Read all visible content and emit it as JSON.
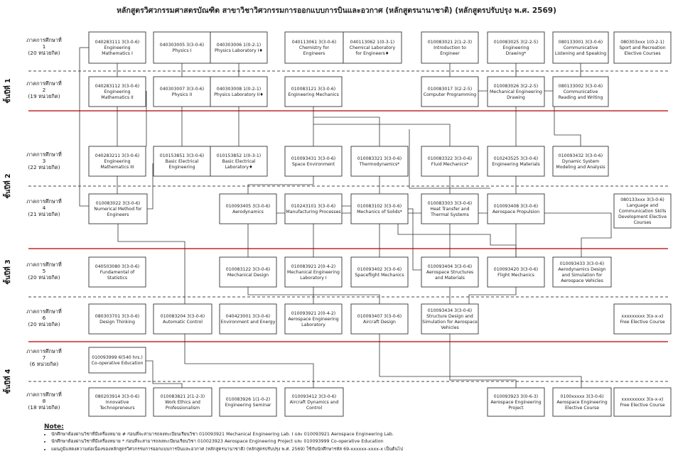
{
  "title": "หลักสูตรวิศวกรรมศาสตรบัณฑิต สาขาวิชาวิศวกรรมการออกแบบการบินและอวกาศ (หลักสูตรนานาชาติ) (หลักสูตรปรับปรุง พ.ศ. 2569)",
  "years": [
    {
      "label": "ชั้นปีที่ 1"
    },
    {
      "label": "ชั้นปีที่ 2"
    },
    {
      "label": "ชั้นปีที่ 3"
    },
    {
      "label": "ชั้นปีที่ 4"
    }
  ],
  "terms": [
    {
      "lines": [
        "ภาคการศึกษาที่",
        "1",
        "(20 หน่วยกิต)"
      ]
    },
    {
      "lines": [
        "ภาคการศึกษาที่",
        "2",
        "(19 หน่วยกิต)"
      ]
    },
    {
      "lines": [
        "ภาคการศึกษาที่",
        "3",
        "(22 หน่วยกิต)"
      ]
    },
    {
      "lines": [
        "ภาคการศึกษาที่",
        "4",
        "(21 หน่วยกิต)"
      ]
    },
    {
      "lines": [
        "ภาคการศึกษาที่",
        "5",
        "(20 หน่วยกิต)"
      ]
    },
    {
      "lines": [
        "ภาคการศึกษาที่",
        "6",
        "(20 หน่วยกิต)"
      ]
    },
    {
      "lines": [
        "ภาคการศึกษาที่",
        "7",
        "(6 หน่วยกิต)"
      ]
    },
    {
      "lines": [
        "ภาคการศึกษาที่",
        "8",
        "(18 หน่วยกิต)"
      ]
    }
  ],
  "courses": [
    {
      "id": "c1",
      "lines": [
        "040283111  3(3-0-6)",
        "Engineering",
        "Mathematics I"
      ]
    },
    {
      "id": "c2",
      "lines": [
        "040303005  3(3-0-6)",
        "Physics I"
      ]
    },
    {
      "id": "c3",
      "lines": [
        "040303006  1(0-2-1)",
        "Physics Laboratory I♦"
      ]
    },
    {
      "id": "c4",
      "lines": [
        "040113061  3(3-0-6)",
        "Chemistry for",
        "Engineers"
      ]
    },
    {
      "id": "c5",
      "lines": [
        "040113062  1(0-3-1)",
        "Chemical Laboratory",
        "for Engineers♦"
      ]
    },
    {
      "id": "c6",
      "lines": [
        "010083021  2(1-2-3)",
        "Introduction to",
        "Engineer"
      ]
    },
    {
      "id": "c7",
      "lines": [
        "010083025  3(2-2-5)",
        "Engineering",
        "Drawing*"
      ]
    },
    {
      "id": "c8",
      "lines": [
        "080133001  3(3-0-6)",
        "Communicative",
        "Listening and Speaking"
      ]
    },
    {
      "id": "c9",
      "lines": [
        "080303xxx  1(0-2-1)",
        "Sport and Recreation",
        "Elective Courses"
      ]
    },
    {
      "id": "c10",
      "lines": [
        "040283112  3(3-0-6)",
        "Engineering",
        "Mathematics II"
      ]
    },
    {
      "id": "c11",
      "lines": [
        "040303007  3(3-0-6)",
        "Physics II"
      ]
    },
    {
      "id": "c12",
      "lines": [
        "040303008  1(0-2-1)",
        "Physics Laboratory II♦"
      ]
    },
    {
      "id": "c13",
      "lines": [
        "010083121  3(3-0-6)",
        "Engineering Mechanics"
      ]
    },
    {
      "id": "c14",
      "lines": [
        "010083017  3(2-2-5)",
        "Computer Programming"
      ]
    },
    {
      "id": "c15",
      "lines": [
        "010083026  3(2-2-5)",
        "Mechanical Engineering",
        "Drawing"
      ]
    },
    {
      "id": "c16",
      "lines": [
        "080133002  3(3-0-6)",
        "Communicative",
        "Reading and Writing"
      ]
    },
    {
      "id": "c17",
      "lines": [
        "040283211  3(3-0-6)",
        "Engineering",
        "Mathematics III"
      ]
    },
    {
      "id": "c18",
      "lines": [
        "010153851  3(3-0-6)",
        "Basic Electrical",
        "Engineering"
      ]
    },
    {
      "id": "c19",
      "lines": [
        "010153852  1(0-3-1)",
        "Basic Electrical",
        "Laboratory♦"
      ]
    },
    {
      "id": "c20",
      "lines": [
        "010093431  3(3-0-6)",
        "Space Environment"
      ]
    },
    {
      "id": "c21",
      "lines": [
        "010083321  3(3-0-6)",
        "Thermodynamics*"
      ]
    },
    {
      "id": "c22",
      "lines": [
        "010083322  3(3-0-6)",
        "Fluid Mechanics*"
      ]
    },
    {
      "id": "c23",
      "lines": [
        "010243525  3(3-0-6)",
        "Engineering Materials"
      ]
    },
    {
      "id": "c24",
      "lines": [
        "010093432  3(3-0-6)",
        "Dynamic System",
        "Modeling and Analysis"
      ]
    },
    {
      "id": "c25",
      "lines": [
        "010083022  3(3-0-6)",
        "Numerical Method for",
        "Engineers"
      ]
    },
    {
      "id": "c26",
      "lines": [
        "010093405  3(3-0-6)",
        "Aerodynamics"
      ]
    },
    {
      "id": "c27",
      "lines": [
        "010243101  3(3-0-6)",
        "Manufacturing Processes"
      ]
    },
    {
      "id": "c28",
      "lines": [
        "010083102  3(3-0-6)",
        "Mechanics of Solids*"
      ]
    },
    {
      "id": "c29",
      "lines": [
        "010083303  3(3-0-6)",
        "Heat Transfer and",
        "Thermal Systems"
      ]
    },
    {
      "id": "c30",
      "lines": [
        "010093408  3(3-0-6)",
        "Aerospace Propulsion"
      ]
    },
    {
      "id": "c31",
      "lines": [
        "080133xxx  3(3-0-6)",
        "Language and",
        "Communication Skills",
        "Development Elective",
        "Courses"
      ]
    },
    {
      "id": "c32",
      "lines": [
        "040503080  3(3-0-6)",
        "Fundamental of",
        "Statistics"
      ]
    },
    {
      "id": "c33",
      "lines": [
        "010083122  3(3-0-6)",
        "Mechanical Design"
      ]
    },
    {
      "id": "c34",
      "lines": [
        "010083921  2(0-4-2)",
        "Mechanical Engineering",
        "Laboratory I"
      ]
    },
    {
      "id": "c35",
      "lines": [
        "010093402  3(3-0-6)",
        "Spaceflight Mechanics"
      ]
    },
    {
      "id": "c36",
      "lines": [
        "010093404  3(3-0-6)",
        "Aerospace Structures",
        "and Materials"
      ]
    },
    {
      "id": "c37",
      "lines": [
        "010093420  3(3-0-6)",
        "Flight Mechanics"
      ]
    },
    {
      "id": "c38",
      "lines": [
        "010093433  3(3-0-6)",
        "Aerodynamics Design",
        "and Simulation for",
        "Aerospace Vehicles"
      ]
    },
    {
      "id": "c39",
      "lines": [
        "080303701  3(3-0-6)",
        "Design Thinking"
      ]
    },
    {
      "id": "c40",
      "lines": [
        "010083204  3(3-0-6)",
        "Automatic Control"
      ]
    },
    {
      "id": "c41",
      "lines": [
        "040423001  3(3-0-6)",
        "Environment and Energy"
      ]
    },
    {
      "id": "c42",
      "lines": [
        "010093921  2(0-4-2)",
        "Aerospace Engineering",
        "Laboratory"
      ]
    },
    {
      "id": "c43",
      "lines": [
        "010093407  3(3-0-6)",
        "Aircraft Design"
      ]
    },
    {
      "id": "c44",
      "lines": [
        "010093434  3(3-0-6)",
        "Structure Design and",
        "Simulation for Aerospace",
        "Vehicles"
      ]
    },
    {
      "id": "c45",
      "lines": [
        "xxxxxxxxx 3(x-x-x)",
        "Free Elective Course"
      ]
    },
    {
      "id": "c46",
      "lines": [
        "010093999  6(540 hrs.)",
        "Co-operative Education"
      ]
    },
    {
      "id": "c47",
      "lines": [
        "080203914  3(3-0-6)",
        "Innovative",
        "Technopreneurs"
      ]
    },
    {
      "id": "c48",
      "lines": [
        "010083821  2(1-2-3)",
        "Work Ethics and",
        "Professionalism"
      ]
    },
    {
      "id": "c49",
      "lines": [
        "010083926  1(1-0-2)",
        "Engineering Seminar"
      ]
    },
    {
      "id": "c50",
      "lines": [
        "010093412  3(3-0-6)",
        "Aircraft Dynamics and",
        "Control"
      ]
    },
    {
      "id": "c51",
      "lines": [
        "010093923  3(0-6-3)",
        "Aerospace Engineering",
        "Project"
      ]
    },
    {
      "id": "c52",
      "lines": [
        "0100xxxxx  3(3-0-6)",
        "Aerospace Engineering",
        "Elective Course"
      ]
    },
    {
      "id": "c53",
      "lines": [
        "xxxxxxxxx 3(x-x-x)",
        "Free Elective Course"
      ]
    }
  ],
  "notes": {
    "heading": "Note:",
    "items": [
      "นักศึกษาต้องผ่านวิชาที่มีเครื่องหมาย # ก่อนที่จะสามารถลงทะเบียนเรียนวิชา 010093921 Mechanical Engineering Lab. I และ 010093921 Aerospace Engineering Lab.",
      "นักศึกษาต้องผ่านวิชาที่มีเครื่องหมาย * ก่อนที่จะสามารถลงทะเบียนเรียนวิชา 010023923 Aerospace Engineering Project และ 010093999 Co-operative Education",
      "แผนภูมิแสดงความต่อเนื่องของหลักสูตรวิศวกรรมการออกแบบการบินและอวกาศ (หลักสูตรนานาชาติ) (หลักสูตรปรับปรุง พ.ศ. 2569) ใช้กับนักศึกษารหัส 69-xxxxxx-xxxx-x เป็นต้นไป"
    ]
  }
}
